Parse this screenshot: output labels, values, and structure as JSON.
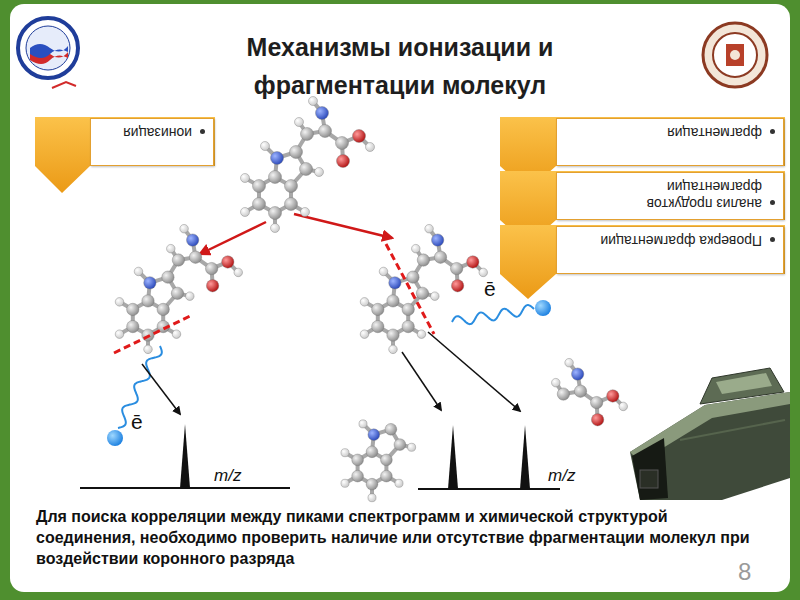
{
  "diagram": {
    "title": "Механизмы ионизации и фрагментации молекул",
    "caption": "Для поиска корреляции между пиками спектрограмм и химической структурой соединения, необходимо проверить наличие или отсутствие фрагментации молекул при воздействии коронного разряда",
    "nodes": [
      {
        "text": [
          "ионизация"
        ]
      },
      {
        "text": [
          "фрагментация"
        ]
      },
      {
        "text": [
          "анализ продуктов фрагментации"
        ]
      },
      {
        "text": [
          "Проверка фрагментации"
        ]
      }
    ],
    "labels": [
      "ē",
      "ē",
      "m/z",
      "m/z",
      "8"
    ]
  }
}
